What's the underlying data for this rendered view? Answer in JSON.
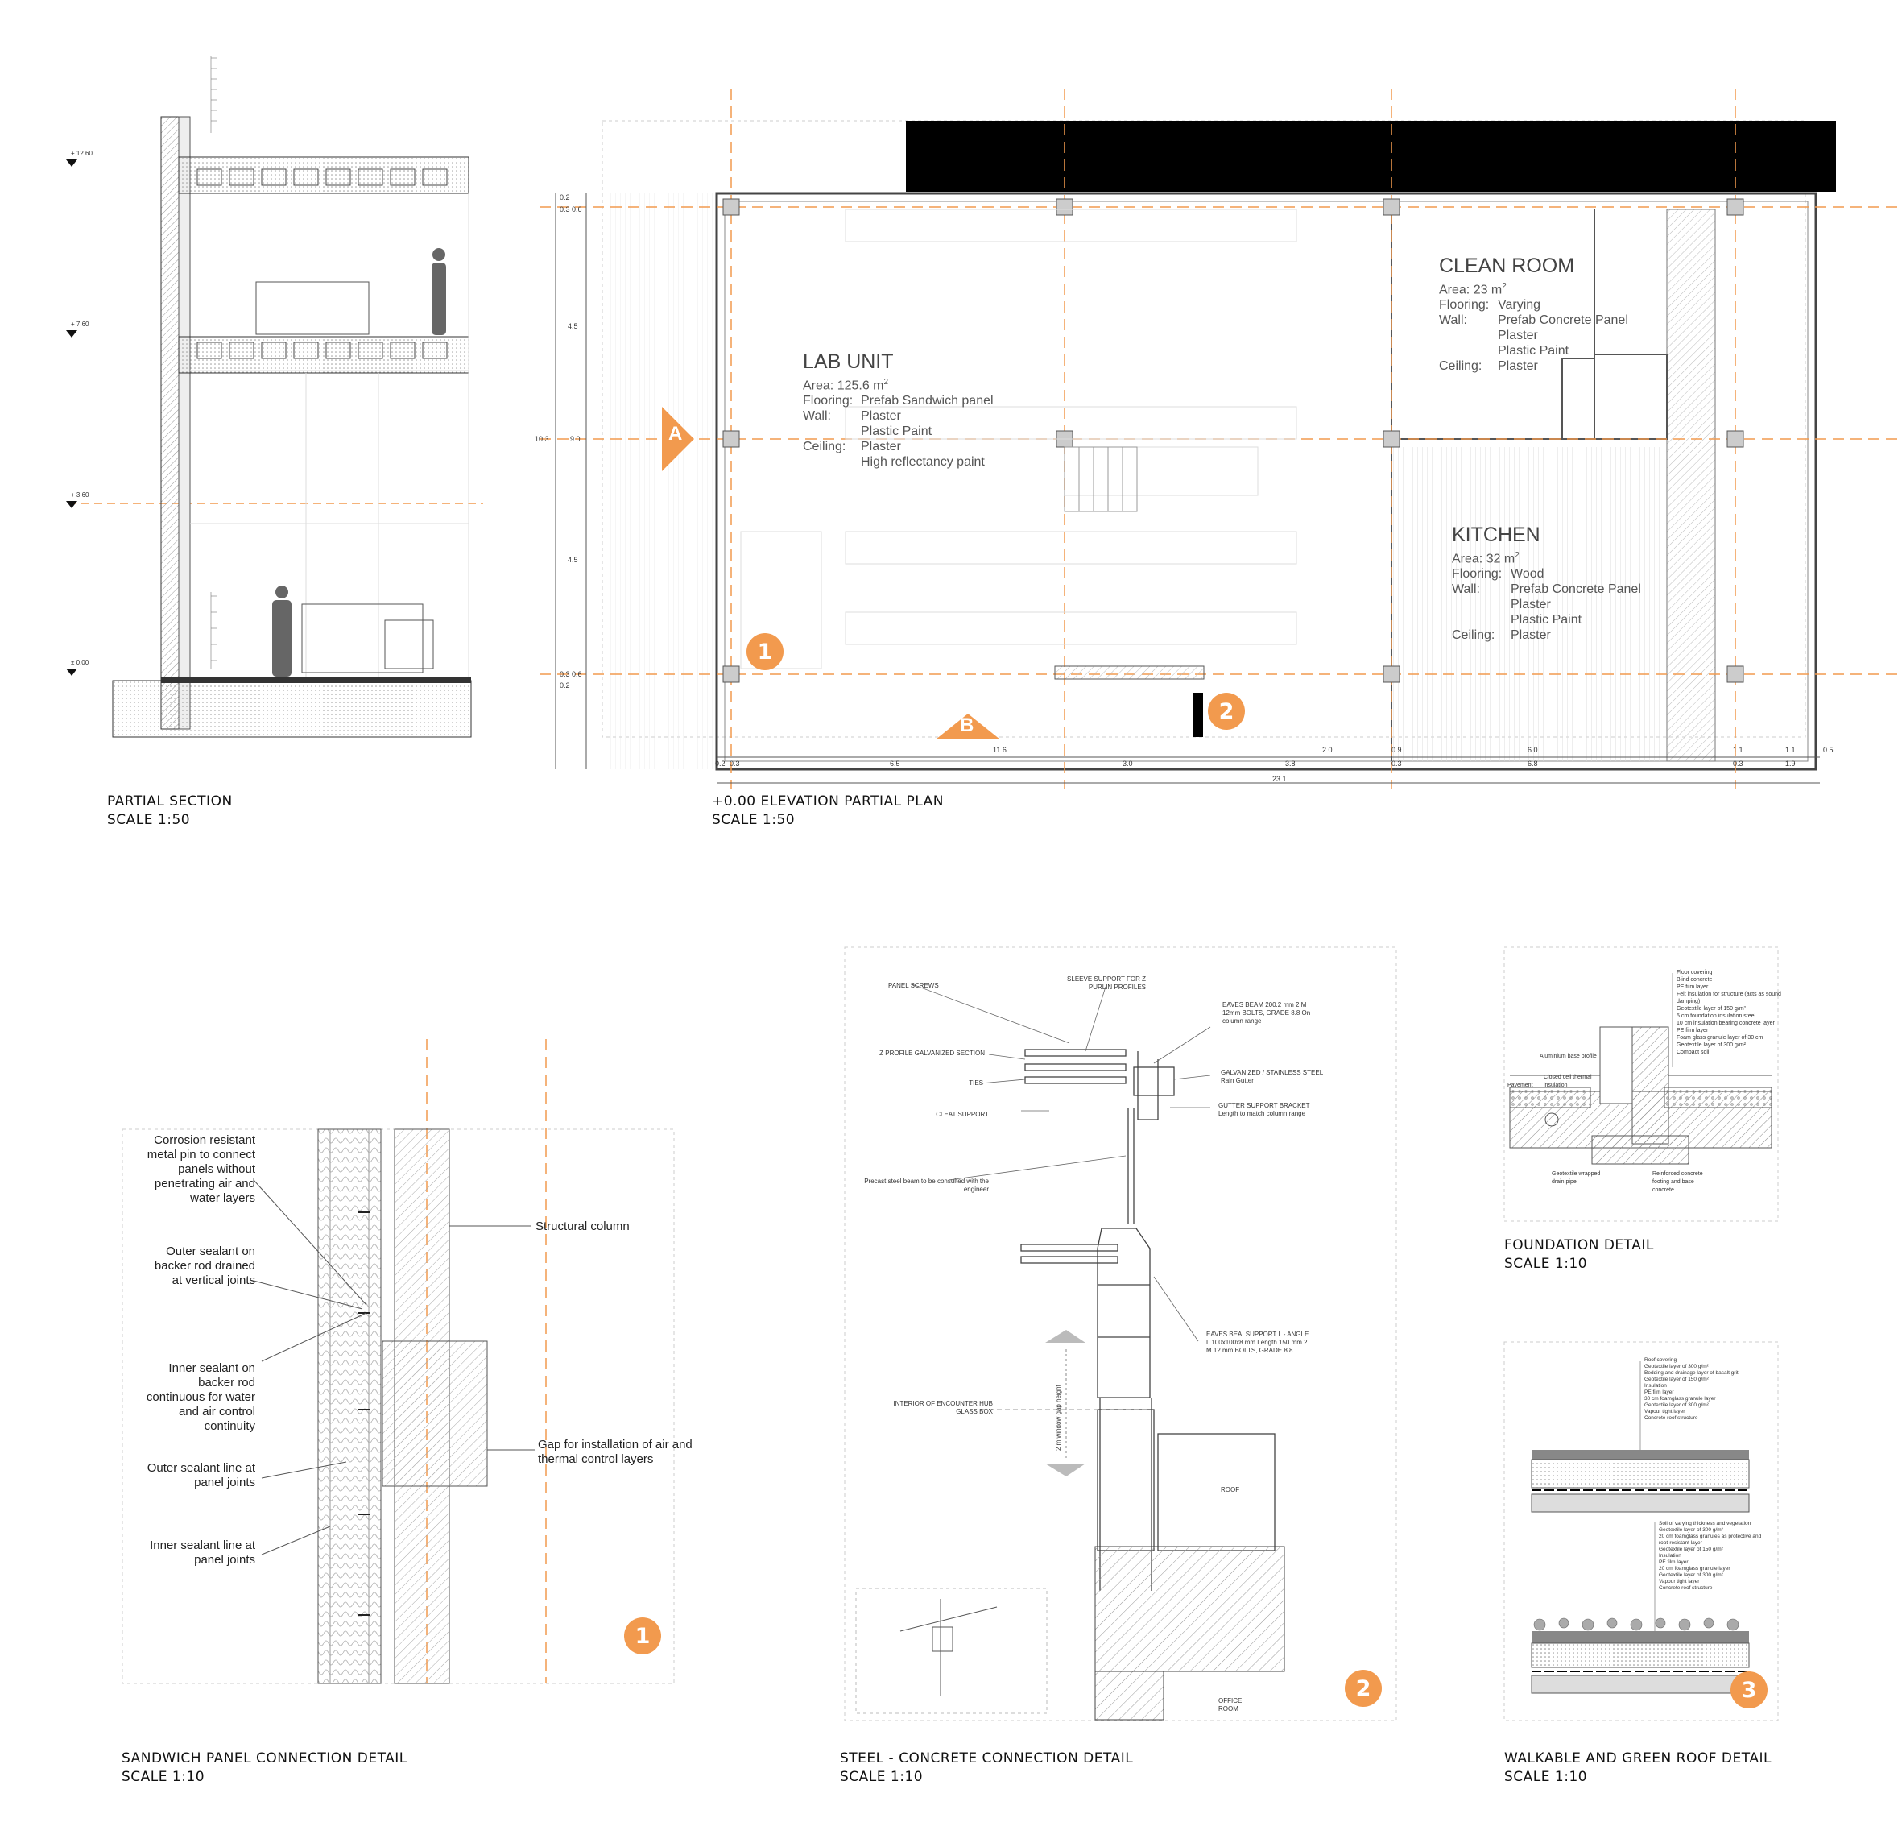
{
  "colors": {
    "accent": "#f29a4e",
    "line": "#333333",
    "hatch": "#888888",
    "dashed": "#bbbbbb"
  },
  "section": {
    "title": "PARTIAL SECTION",
    "scale": "SCALE 1:50",
    "levels": [
      "+ 12.60",
      "+ 7.60",
      "+ 3.60",
      "± 0.00"
    ]
  },
  "plan": {
    "title": "+0.00 ELEVATION PARTIAL PLAN",
    "scale": "SCALE 1:50",
    "marker_a": "A",
    "marker_b": "B",
    "badge_1": "1",
    "badge_2": "2",
    "lab": {
      "name": "LAB UNIT",
      "area": "Area: 125.6 m",
      "flooring": "Flooring:",
      "flooring_v": "Prefab Sandwich panel",
      "wall": "Wall:",
      "wall_v1": "Plaster",
      "wall_v2": "Plastic Paint",
      "ceiling": "Ceiling:",
      "ceiling_v1": "Plaster",
      "ceiling_v2": "High reflectancy paint"
    },
    "clean": {
      "name": "CLEAN ROOM",
      "area": "Area: 23 m",
      "flooring": "Flooring:",
      "flooring_v": "Varying",
      "wall": "Wall:",
      "wall_v1": "Prefab Concrete Panel",
      "wall_v2": "Plaster",
      "wall_v3": "Plastic Paint",
      "ceiling": "Ceiling:",
      "ceiling_v": "Plaster"
    },
    "kitchen": {
      "name": "KITCHEN",
      "area": "Area: 32 m",
      "flooring": "Flooring:",
      "flooring_v": "Wood",
      "wall": "Wall:",
      "wall_v1": "Prefab Concrete Panel",
      "wall_v2": "Plaster",
      "wall_v3": "Plastic Paint",
      "ceiling": "Ceiling:",
      "ceiling_v": "Plaster"
    },
    "dims_bottom": [
      "0.2",
      "0.3",
      "6.5",
      "11.6",
      "3.0",
      "3.8",
      "2.0",
      "0.9",
      "0.3",
      "6.0",
      "6.8",
      "1.1",
      "0.3",
      "1.1",
      "1.9",
      "0.5",
      "23.1"
    ],
    "dims_left": [
      "0.3",
      "0.2",
      "0.6",
      "4.5",
      "9.0",
      "10.3",
      "4.5",
      "0.6",
      "0.3",
      "0.2"
    ]
  },
  "sandwich": {
    "title": "SANDWICH PANEL CONNECTION DETAIL",
    "scale": "SCALE 1:10",
    "badge": "1",
    "pin": "Corrosion resistant metal pin to connect panels without penetrating air and water layers",
    "outer_vert": "Outer sealant on backer rod drained at vertical joints",
    "inner_cont": "Inner sealant on backer rod continuous for water and air control continuity",
    "outer_line": "Outer sealant line at panel joints",
    "inner_line": "Inner sealant line at panel joints",
    "column": "Structural column",
    "gap": "Gap for installation of air and thermal control layers"
  },
  "steel": {
    "title": "STEEL - CONCRETE CONNECTION DETAIL",
    "scale": "SCALE 1:10",
    "badge": "2",
    "labels": {
      "panel_screws": "PANEL SCREWS",
      "sleeve": "SLEEVE SUPPORT FOR Z PURLIN PROFILES",
      "eaves_beam": "EAVES BEAM 200.2 mm 2 M 12mm BOLTS, GRADE 8.8 On column range",
      "zprofile": "Z PROFILE GALVANIZED SECTION",
      "ties": "TIES",
      "gutter": "GALVANIZED / STAINLESS STEEL Rain Gutter",
      "cleat": "CLEAT SUPPORT",
      "bracket": "GUTTER SUPPORT BRACKET Length to match column range",
      "precast": "Precast steel beam to be consulted with the engineer",
      "eaves_support": "EAVES BEA. SUPPORT L - ANGLE L 100x100x8 mm Length 150 mm 2 M 12 mm BOLTS, GRADE 8.8",
      "interior": "INTERIOR OF ENCOUNTER HUB GLASS BOX",
      "window_gap": "2 m window gap height",
      "roof": "ROOF",
      "office": "OFFICE ROOM"
    }
  },
  "foundation": {
    "title": "FOUNDATION DETAIL",
    "scale": "SCALE 1:10",
    "layers": [
      "Floor covering",
      "Blind concrete",
      "PE film layer",
      "Felt insulation for structure (acts as sound damping)",
      "Geotextile layer of 150 g/m²",
      "5 cm foundation insulation steel",
      "10 cm insulation bearing concrete layer",
      "PE film layer",
      "Foam glass granule layer of 30 cm",
      "Geotextile layer of 300 g/m²",
      "Compact soil"
    ],
    "alu": "Aluminium base profile",
    "pavement": "Pavement",
    "closed_cell": "Closed cell thermal insulation",
    "drain": "Geotextile wrapped drain pipe",
    "rc": "Reinforced concrete footing and base concrete"
  },
  "roof": {
    "title": "WALKABLE AND GREEN ROOF DETAIL",
    "scale": "SCALE 1:10",
    "badge": "3",
    "walkable": [
      "Roof covering",
      "Geotextile layer of 300 g/m²",
      "Bedding and drainage layer of basalt grit",
      "Geotextile layer of 150 g/m²",
      "Insulation",
      "PE film layer",
      "30 cm foamglass granule layer",
      "Geotextile layer of 300 g/m²",
      "Vapour tight layer",
      "Concrete roof structure"
    ],
    "green": [
      "Soil of varying thickness and vegetation",
      "Geotextile layer of 300 g/m²",
      "20 cm foamglass granules as protective and root-resistant layer",
      "Geotextile layer of 150 g/m²",
      "Insulation",
      "PE film layer",
      "20 cm foamglass granule layer",
      "Geotextile layer of 300 g/m²",
      "Vapour tight layer",
      "Concrete roof structure"
    ]
  }
}
